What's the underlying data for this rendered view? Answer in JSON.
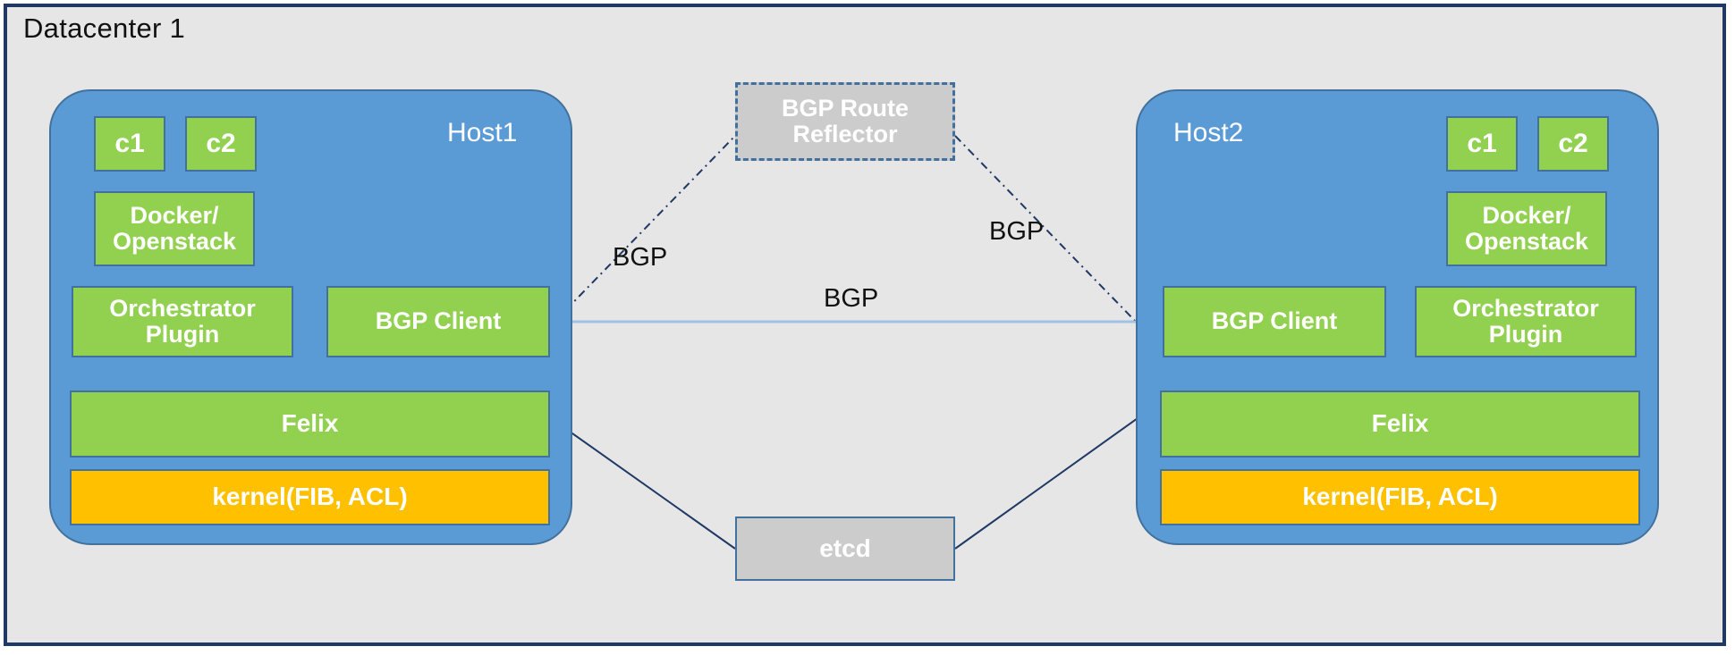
{
  "diagram": {
    "title": "Datacenter 1",
    "frame_border_color": "#1f3864",
    "background_color": "#e6e6e6"
  },
  "colors": {
    "host_fill": "#5b9bd5",
    "host_border": "#41719c",
    "component_green": "#92d050",
    "kernel_orange": "#ffc000",
    "external_gray": "#cccccc",
    "bgp_line_blue": "#9dc3e6",
    "connector_navy": "#1f3864"
  },
  "hosts": [
    {
      "name": "Host1",
      "containers": [
        {
          "label": "c1"
        },
        {
          "label": "c2"
        }
      ],
      "components": [
        {
          "label": "Docker/\nOpenstack"
        },
        {
          "label": "Orchestrator\nPlugin"
        },
        {
          "label": "BGP Client"
        },
        {
          "label": "Felix"
        },
        {
          "label": "kernel(FIB, ACL)"
        }
      ]
    },
    {
      "name": "Host2",
      "containers": [
        {
          "label": "c1"
        },
        {
          "label": "c2"
        }
      ],
      "components": [
        {
          "label": "Docker/\nOpenstack"
        },
        {
          "label": "Orchestrator\nPlugin"
        },
        {
          "label": "BGP Client"
        },
        {
          "label": "Felix"
        },
        {
          "label": "kernel(FIB, ACL)"
        }
      ]
    }
  ],
  "host1": {
    "name": "Host1",
    "c1": "c1",
    "c2": "c2",
    "docker": "Docker/",
    "docker2": "Openstack",
    "orchestrator": "Orchestrator",
    "orchestrator2": "Plugin",
    "bgp_client": "BGP Client",
    "felix": "Felix",
    "kernel": "kernel(FIB, ACL)"
  },
  "host2": {
    "name": "Host2",
    "c1": "c1",
    "c2": "c2",
    "docker": "Docker/",
    "docker2": "Openstack",
    "orchestrator": "Orchestrator",
    "orchestrator2": "Plugin",
    "bgp_client": "BGP Client",
    "felix": "Felix",
    "kernel": "kernel(FIB, ACL)"
  },
  "external": {
    "route_reflector_line1": "BGP Route",
    "route_reflector_line2": "Reflector",
    "etcd": "etcd"
  },
  "edge_labels": {
    "bgp_left": "BGP",
    "bgp_right": "BGP",
    "bgp_center": "BGP"
  }
}
